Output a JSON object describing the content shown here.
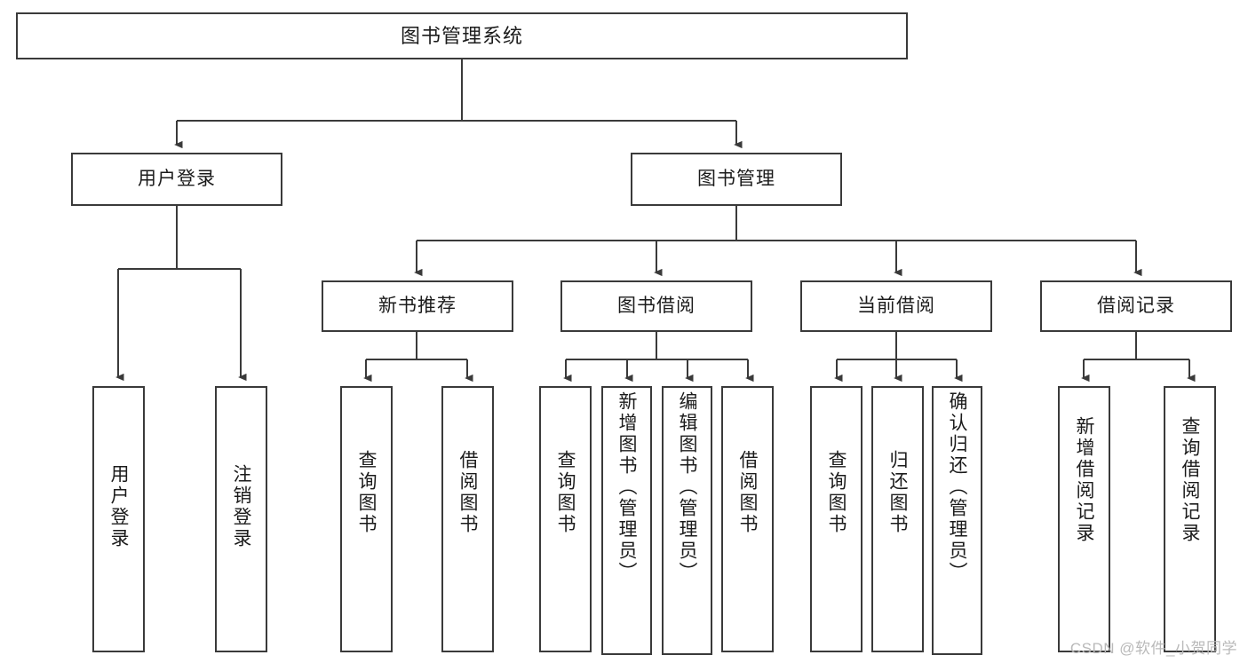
{
  "diagram": {
    "title": "图书管理系统",
    "type": "function-structure-tree",
    "watermark": "CSDN @软件_小贺同学",
    "colors": {
      "border": "#3a3a3a",
      "background": "#ffffff",
      "text": "#1b1b1b",
      "watermark": "#b9b9b9"
    },
    "levels": {
      "root": {
        "label": "图书管理系统"
      },
      "level2": [
        {
          "label": "用户登录"
        },
        {
          "label": "图书管理"
        }
      ],
      "level3": [
        {
          "label": "新书推荐"
        },
        {
          "label": "图书借阅"
        },
        {
          "label": "当前借阅"
        },
        {
          "label": "借阅记录"
        }
      ],
      "leaves": {
        "user_login": [
          {
            "label": "用户登录"
          },
          {
            "label": "注销登录"
          }
        ],
        "new_book_recommend": [
          {
            "label": "查询图书"
          },
          {
            "label": "借阅图书"
          }
        ],
        "book_borrow": [
          {
            "label": "查询图书"
          },
          {
            "label": "新增图书（管理员）"
          },
          {
            "label": "编辑图书（管理员）"
          },
          {
            "label": "借阅图书"
          }
        ],
        "current_borrow": [
          {
            "label": "查询图书"
          },
          {
            "label": "归还图书"
          },
          {
            "label": "确认归还（管理员）"
          }
        ],
        "borrow_records": [
          {
            "label": "新增借阅记录"
          },
          {
            "label": "查询借阅记录"
          }
        ]
      }
    }
  }
}
